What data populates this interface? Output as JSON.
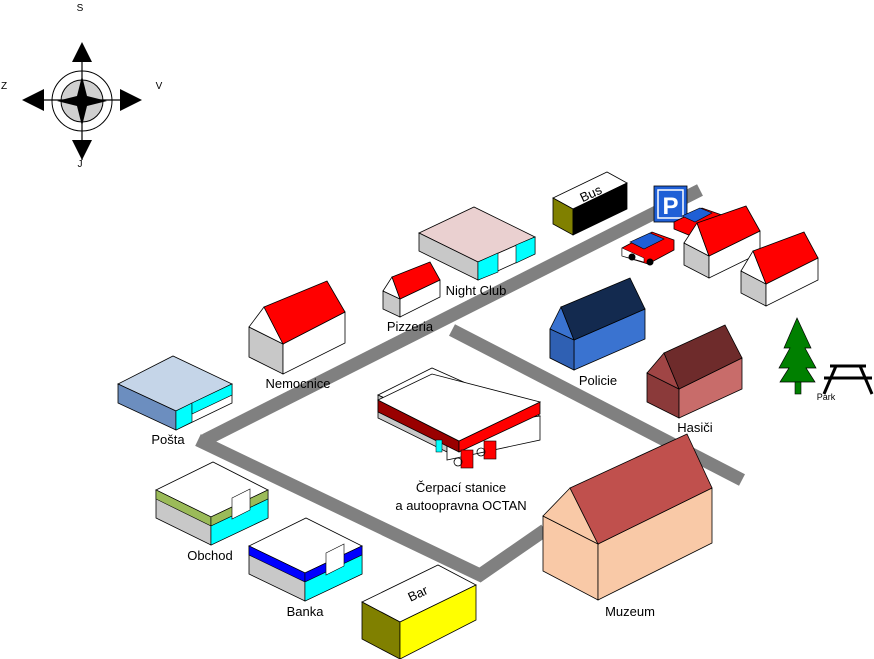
{
  "compass": {
    "north": "S",
    "south": "J",
    "west": "Z",
    "east": "V"
  },
  "buildings": {
    "night_club": "Night Club",
    "pizzeria": "Pizzeria",
    "nemocnice": "Nemocnice",
    "posta": "Pošta",
    "obchod": "Obchod",
    "banka": "Banka",
    "bar": "Bar",
    "bus": "Bus",
    "policie": "Policie",
    "hasici": "Hasiči",
    "muzeum": "Muzeum",
    "park": "Park"
  },
  "gas_station": {
    "line1": "Čerpací stanice",
    "line2": "a autoopravna OCTAN"
  },
  "parking_sign": "P",
  "colors": {
    "road": "#808080",
    "red_roof": "#ff0000",
    "police_roof": "#132a4f",
    "police_wall": "#3a73d0",
    "fire_roof": "#6e2b2b",
    "fire_wall": "#c86c6a",
    "museum_roof": "#c0504d",
    "museum_wall": "#f9c9a7",
    "cyan": "#00ffff",
    "bar_yellow": "#ffff00",
    "bar_olive": "#808000",
    "tree": "#008000",
    "parking_blue": "#1f5fd6"
  }
}
